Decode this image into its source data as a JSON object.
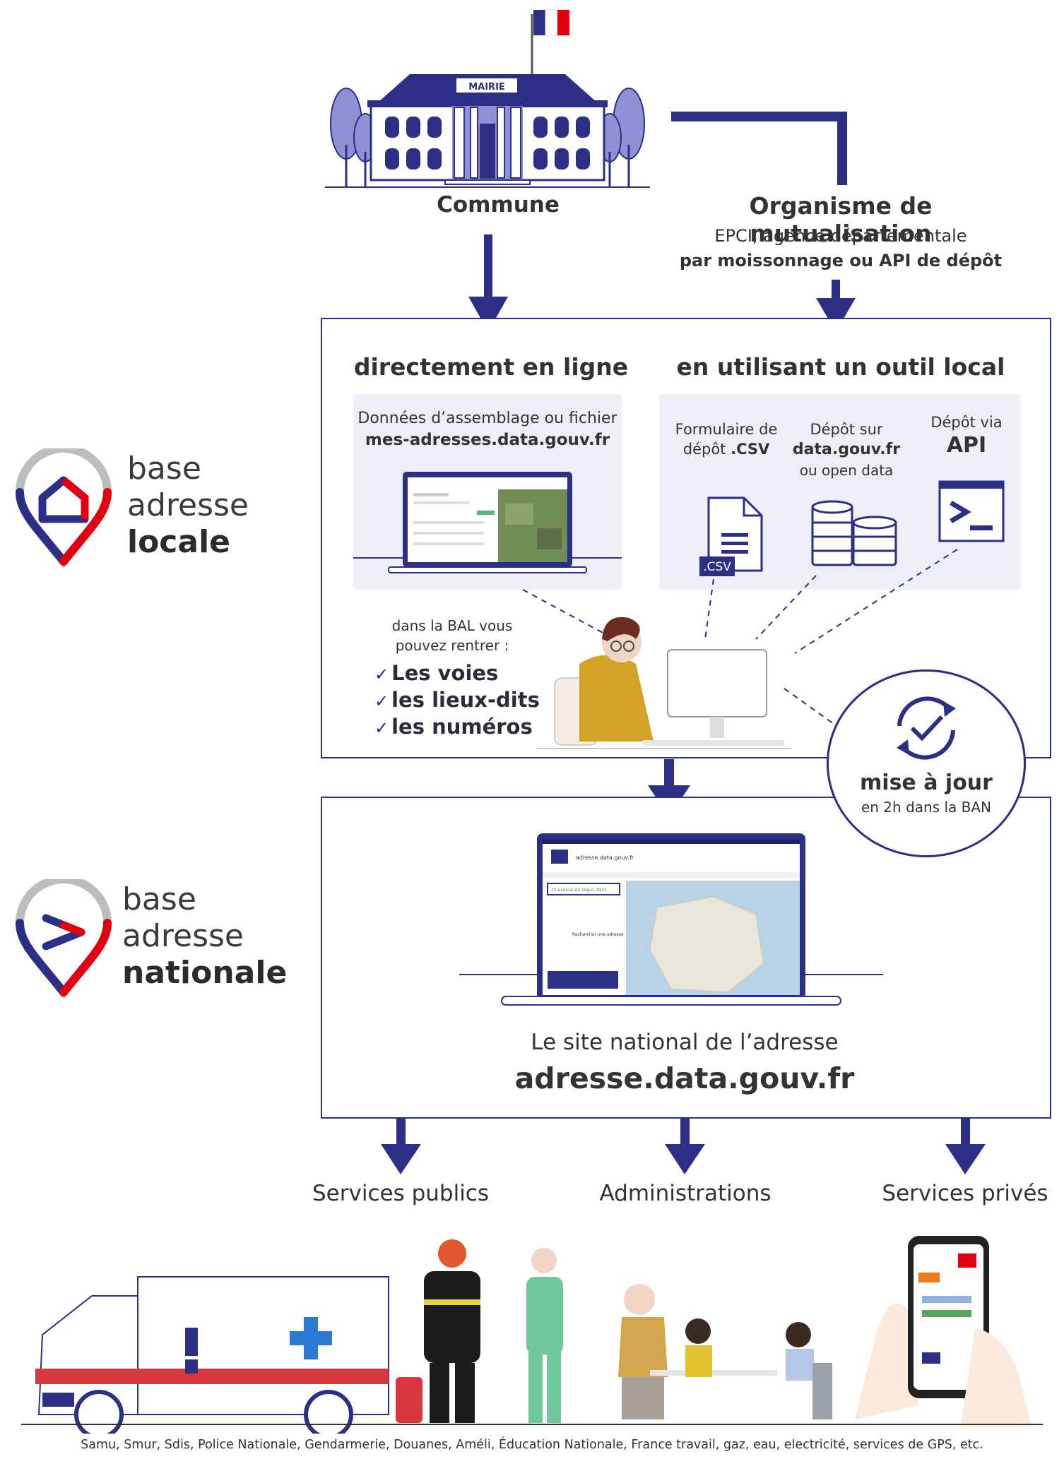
{
  "mairie": {
    "sign": "MAIRIE",
    "label": "Commune"
  },
  "mutualisation": {
    "title": "Organisme de mutualisation",
    "subtitle": "EPCI, agence départementale",
    "method": "par moissonnage ou API de dépôt"
  },
  "bal_box": {
    "online": {
      "title": "directement en ligne",
      "line1": "Données d’assemblage ou fichier",
      "url": "mes-adresses.data.gouv.fr"
    },
    "local": {
      "title": "en utilisant un outil local",
      "csv": {
        "line1": "Formulaire de",
        "line2_pre": "dépôt ",
        "line2_bold": ".CSV",
        "icon_label": ".CSV"
      },
      "datagouv": {
        "line1": "Dépôt sur",
        "line2": "data.gouv.fr",
        "line3": "ou open data"
      },
      "api": {
        "line1": "Dépôt via",
        "line2": "API"
      }
    },
    "intro_line1": "dans la BAL vous",
    "intro_line2": "pouvez rentrer :",
    "checks": [
      "Les voies",
      "les lieux-dits",
      "les numéros"
    ]
  },
  "logo_locale": {
    "line1": "base",
    "line2": "adresse",
    "line3": "locale"
  },
  "logo_nationale": {
    "line1": "base",
    "line2": "adresse",
    "line3": "nationale"
  },
  "update": {
    "title": "mise à jour",
    "subtitle": "en 2h dans la BAN"
  },
  "ban_box": {
    "line1": "Le site national de l’adresse",
    "url": "adresse.data.gouv.fr"
  },
  "screen_ban": {
    "site": "adresse.data.gouv.fr",
    "search_placeholder": "20 avenue de Ségur, Paris",
    "search_hint": "Rechercher une adresse"
  },
  "categories": [
    "Services publics",
    "Administrations",
    "Services privés"
  ],
  "footer": "Samu, Smur, Sdis, Police Nationale, Gendarmerie, Douanes, Améli, Éducation Nationale, France travail, gaz, eau, electricité, services de GPS, etc.",
  "colors": {
    "navy": "#2b2f86",
    "red": "#e1000f",
    "panel": "#eeeef9",
    "gray": "#bdbdbd"
  }
}
